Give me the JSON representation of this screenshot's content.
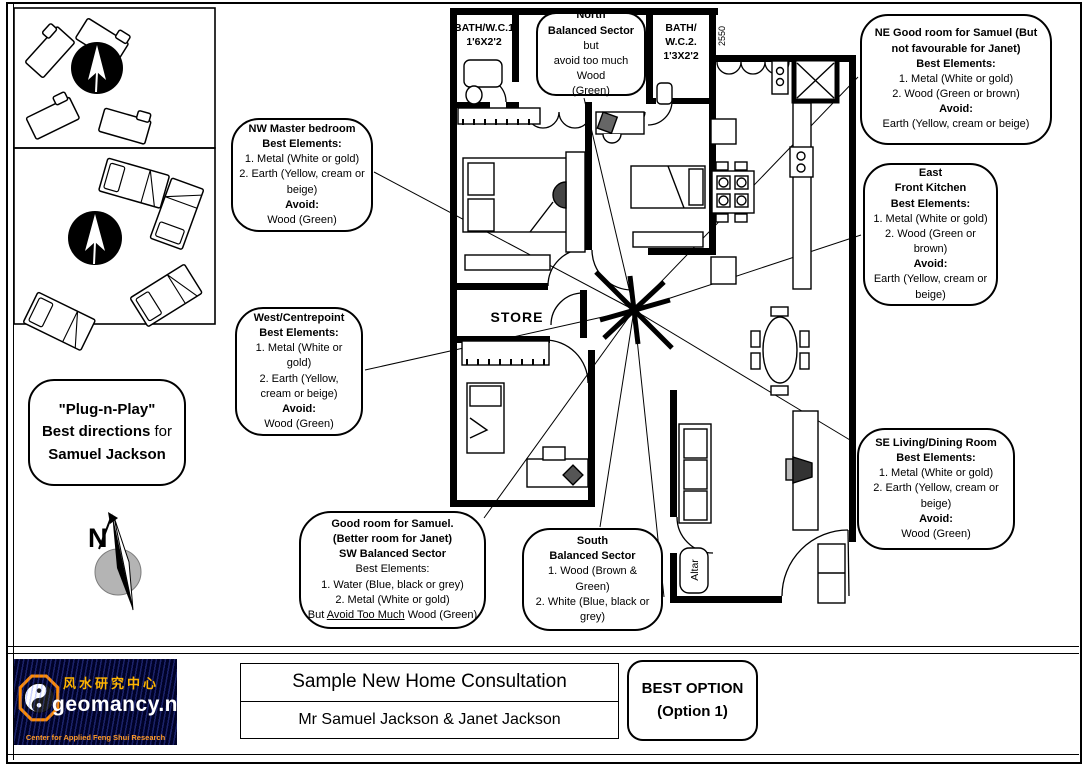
{
  "titleblock": {
    "project": "Sample New Home Consultation",
    "client": "Mr Samuel Jackson & Janet Jackson"
  },
  "best_option": {
    "line1": "BEST OPTION",
    "line2": "(Option 1)"
  },
  "logo": {
    "chinese": "风水研究中心",
    "domain": "geomancy.net",
    "tagline": "Center for Applied Feng Shui Research"
  },
  "compass": {
    "n": "N"
  },
  "plan": {
    "labels": {
      "bath1_1": "BATH/W.C.1",
      "bath1_2": "1'6X2'2",
      "bath2_1": "BATH/",
      "bath2_2": "W.C.2.",
      "bath2_3": "1'3X2'2",
      "store": "STORE",
      "altar": "Altar",
      "dim": "2550"
    }
  },
  "callouts": {
    "north": {
      "lines": [
        [
          {
            "t": "North",
            "b": true
          }
        ],
        [
          {
            "t": "Balanced Sector",
            "b": true
          },
          {
            "t": " but"
          }
        ],
        [
          {
            "t": "avoid too much Wood"
          }
        ],
        [
          {
            "t": "(Green)"
          }
        ]
      ]
    },
    "ne": {
      "lines": [
        [
          {
            "t": "NE Good room for Samuel (But",
            "b": true
          }
        ],
        [
          {
            "t": "not favourable for Janet)",
            "b": true
          }
        ],
        [
          {
            "t": "Best Elements:",
            "b": true
          }
        ],
        [
          {
            "t": "1. Metal (White or gold)"
          }
        ],
        [
          {
            "t": "2. Wood (Green or brown)"
          }
        ],
        [
          {
            "t": "Avoid:",
            "b": true
          }
        ],
        [
          {
            "t": "Earth (Yellow, cream or beige)"
          }
        ]
      ]
    },
    "nw": {
      "lines": [
        [
          {
            "t": "NW Master bedroom",
            "b": true
          }
        ],
        [
          {
            "t": "Best Elements:",
            "b": true
          }
        ],
        [
          {
            "t": "1. Metal (White or gold)"
          }
        ],
        [
          {
            "t": "2. Earth (Yellow, cream or"
          }
        ],
        [
          {
            "t": "beige)"
          }
        ],
        [
          {
            "t": "Avoid:",
            "b": true
          }
        ],
        [
          {
            "t": "Wood (Green)"
          }
        ]
      ]
    },
    "east": {
      "lines": [
        [
          {
            "t": "East",
            "b": true
          }
        ],
        [
          {
            "t": "Front Kitchen",
            "b": true
          }
        ],
        [
          {
            "t": "Best Elements:",
            "b": true
          }
        ],
        [
          {
            "t": "1. Metal (White or gold)"
          }
        ],
        [
          {
            "t": "2. Wood (Green or"
          }
        ],
        [
          {
            "t": "brown)"
          }
        ],
        [
          {
            "t": "Avoid:",
            "b": true
          }
        ],
        [
          {
            "t": "Earth (Yellow, cream or"
          }
        ],
        [
          {
            "t": "beige)"
          }
        ]
      ]
    },
    "west": {
      "lines": [
        [
          {
            "t": "West/Centrepoint",
            "b": true
          }
        ],
        [
          {
            "t": "Best Elements:",
            "b": true
          }
        ],
        [
          {
            "t": "1. Metal (White or"
          }
        ],
        [
          {
            "t": "gold)"
          }
        ],
        [
          {
            "t": "2. Earth (Yellow,"
          }
        ],
        [
          {
            "t": "cream or beige)"
          }
        ],
        [
          {
            "t": "Avoid:",
            "b": true
          }
        ],
        [
          {
            "t": "Wood (Green)"
          }
        ]
      ]
    },
    "se": {
      "lines": [
        [
          {
            "t": "SE Living/Dining Room",
            "b": true
          }
        ],
        [
          {
            "t": "Best Elements:",
            "b": true
          }
        ],
        [
          {
            "t": "1. Metal (White or gold)"
          }
        ],
        [
          {
            "t": "2. Earth (Yellow, cream or"
          }
        ],
        [
          {
            "t": "beige)"
          }
        ],
        [
          {
            "t": "Avoid:",
            "b": true
          }
        ],
        [
          {
            "t": "Wood (Green)"
          }
        ]
      ]
    },
    "sw": {
      "lines": [
        [
          {
            "t": "Good room for Samuel.",
            "b": true
          }
        ],
        [
          {
            "t": "(Better room for Janet)",
            "b": true
          }
        ],
        [
          {
            "t": "SW Balanced Sector",
            "b": true
          }
        ],
        [
          {
            "t": "Best Elements:"
          }
        ],
        [
          {
            "t": "1. Water (Blue, black or grey)"
          }
        ],
        [
          {
            "t": "2. Metal (White or gold)"
          }
        ],
        [
          {
            "t": "But "
          },
          {
            "t": "Avoid Too Much",
            "u": true
          },
          {
            "t": " Wood (Green)"
          }
        ]
      ]
    },
    "south": {
      "lines": [
        [
          {
            "t": "South",
            "b": true
          }
        ],
        [
          {
            "t": "Balanced Sector",
            "b": true
          }
        ],
        [
          {
            "t": "1. Wood (Brown &"
          }
        ],
        [
          {
            "t": "Green)"
          }
        ],
        [
          {
            "t": "2. White (Blue, black or"
          }
        ],
        [
          {
            "t": "grey)"
          }
        ]
      ]
    },
    "plug": {
      "lines": [
        [
          {
            "t": "\"Plug-n-Play\"",
            "b": true
          }
        ],
        [
          {
            "t": "Best directions",
            "b": true
          },
          {
            "t": " for"
          }
        ],
        [
          {
            "t": "Samuel Jackson",
            "b": true
          }
        ]
      ]
    }
  }
}
